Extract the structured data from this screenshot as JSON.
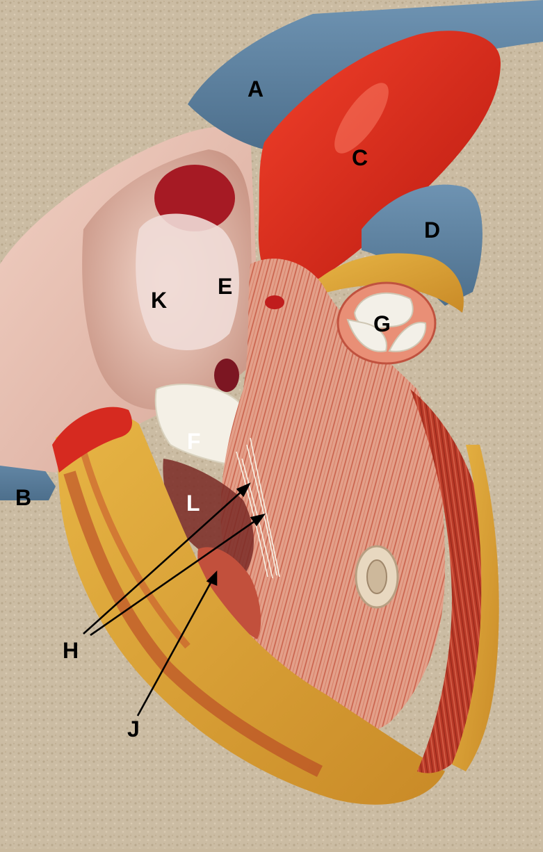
{
  "labels": {
    "a": "A",
    "b": "B",
    "c": "C",
    "d": "D",
    "e": "E",
    "f": "F",
    "g": "G",
    "h": "H",
    "j": "J",
    "k": "K",
    "l": "L"
  },
  "colors": {
    "background_carpet": "#c9b99f",
    "vessel_blue": "#5b7e9c",
    "vessel_red": "#d9281a",
    "myocardium": "#e8a58a",
    "muscle_red": "#c0392b",
    "fat_yellow": "#dba63a",
    "valve_white": "#f0ece0",
    "atrium_pink": "#e9c3b5"
  }
}
